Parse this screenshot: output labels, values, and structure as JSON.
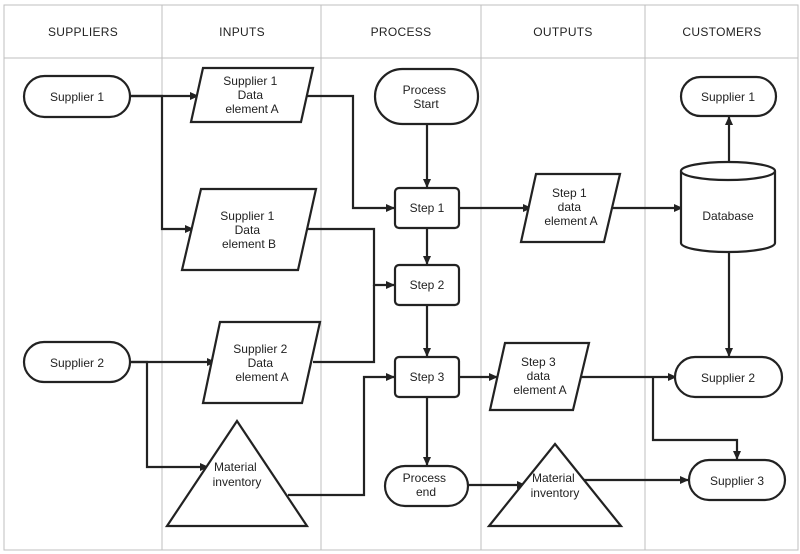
{
  "lanes": [
    "SUPPLIERS",
    "INPUTS",
    "PROCESS",
    "OUTPUTS",
    "CUSTOMERS"
  ],
  "nodes": {
    "supplier1_src": [
      "Supplier 1"
    ],
    "supplier2_src": [
      "Supplier 2"
    ],
    "s1_data_a": [
      "Supplier 1",
      "Data",
      "element A"
    ],
    "s1_data_b": [
      "Supplier 1",
      "Data",
      "element B"
    ],
    "s2_data_a": [
      "Supplier 2",
      "Data",
      "element A"
    ],
    "material_in": [
      "Material",
      "inventory"
    ],
    "process_start": [
      "Process",
      "Start"
    ],
    "step1": [
      "Step 1"
    ],
    "step2": [
      "Step 2"
    ],
    "step3": [
      "Step 3"
    ],
    "process_end": [
      "Process",
      "end"
    ],
    "step1_out": [
      "Step 1",
      "data",
      "element A"
    ],
    "step3_out": [
      "Step 3",
      "data",
      "element A"
    ],
    "material_out": [
      "Material",
      "inventory"
    ],
    "database": [
      "Database"
    ],
    "supplier1_cust": [
      "Supplier 1"
    ],
    "supplier2_cust": [
      "Supplier 2"
    ],
    "supplier3_cust": [
      "Supplier 3"
    ]
  }
}
